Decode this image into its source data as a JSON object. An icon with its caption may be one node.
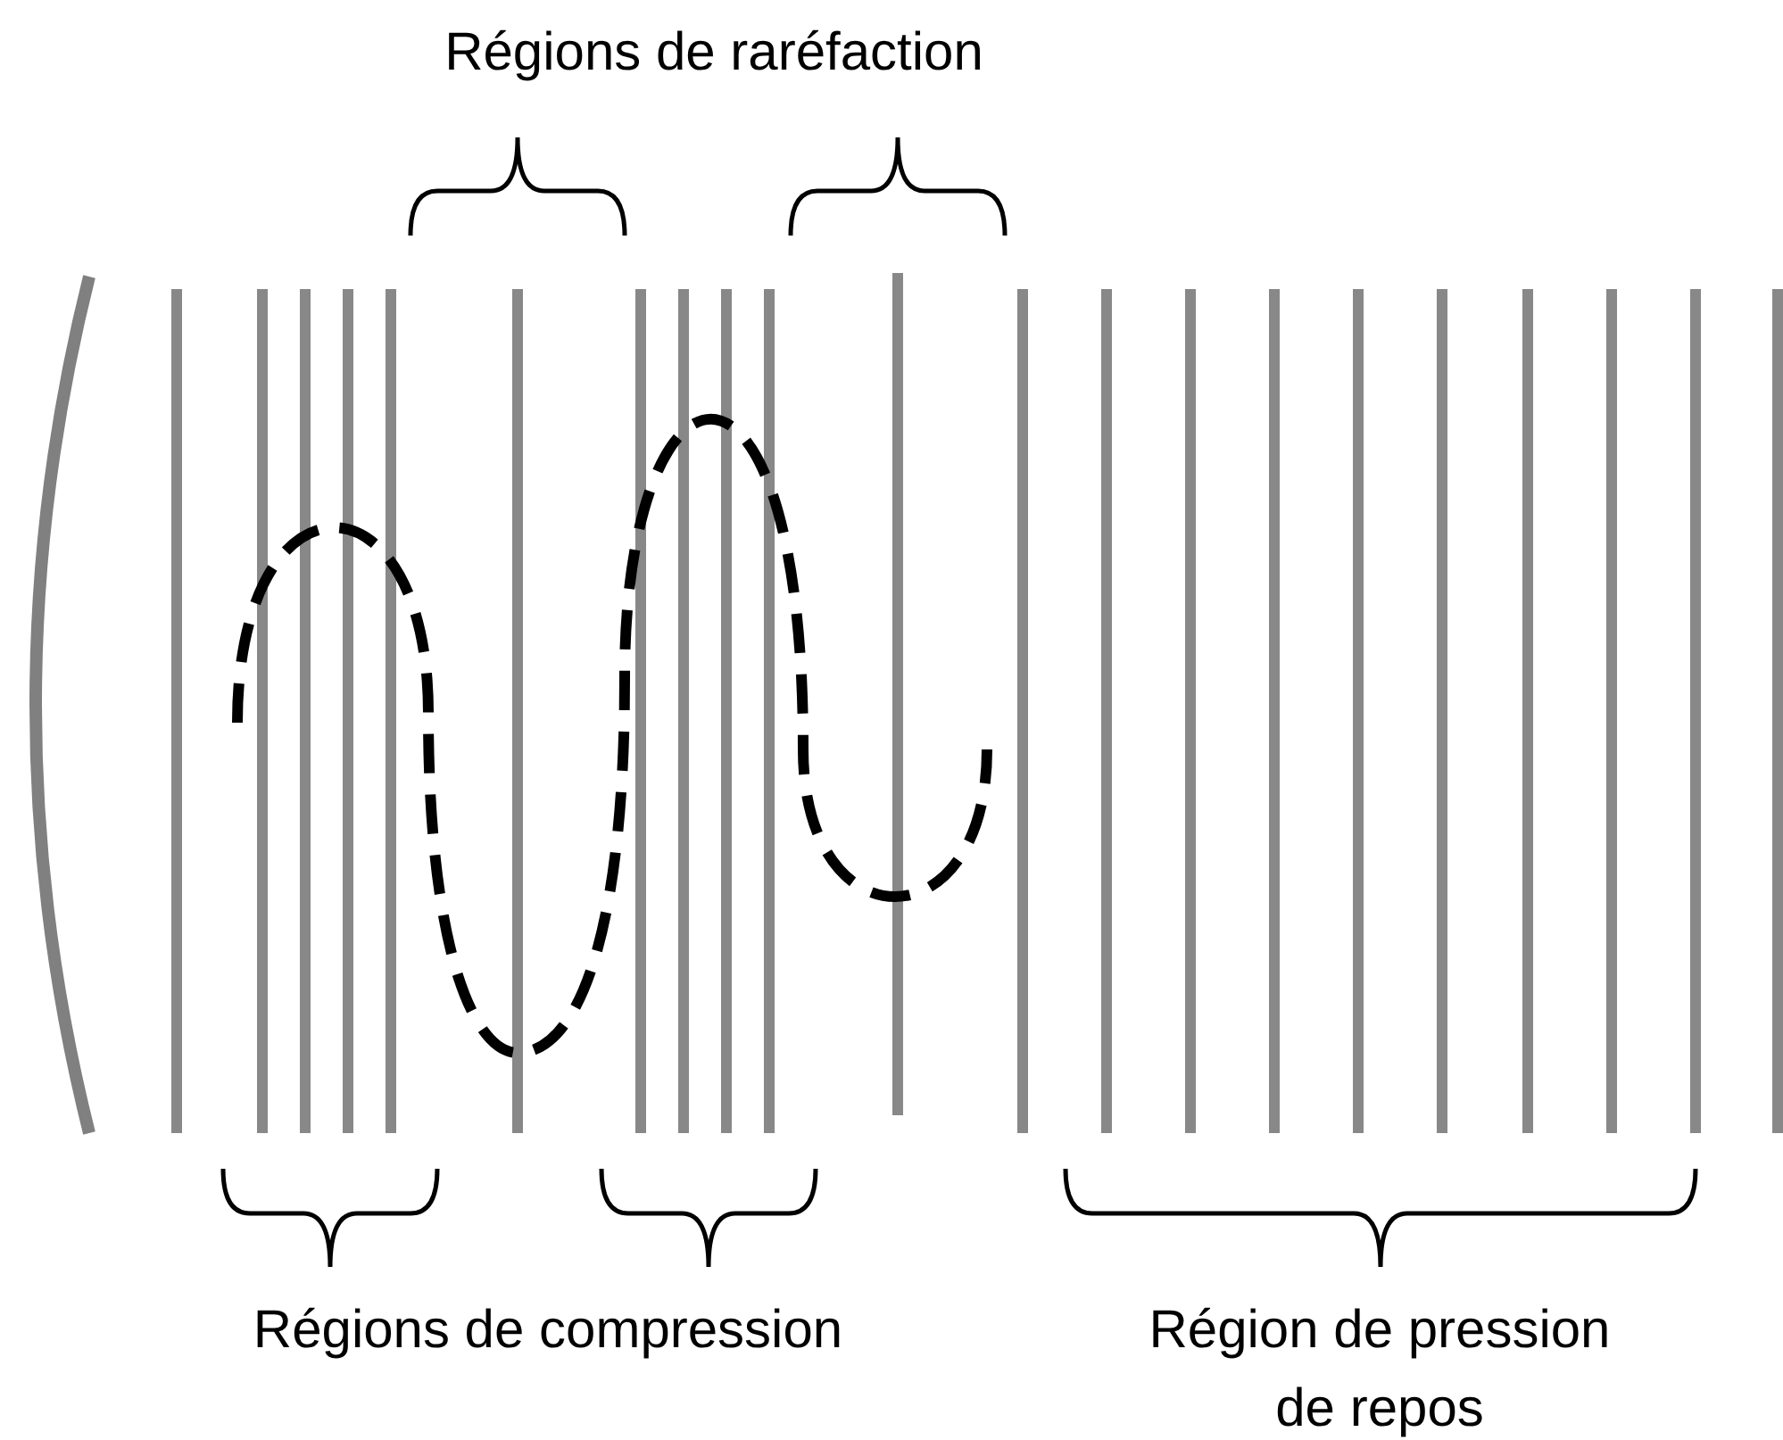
{
  "diagram": {
    "labels": [
      "Régions de raréfaction",
      "Régions de compression",
      "Région de pression de repos"
    ]
  }
}
